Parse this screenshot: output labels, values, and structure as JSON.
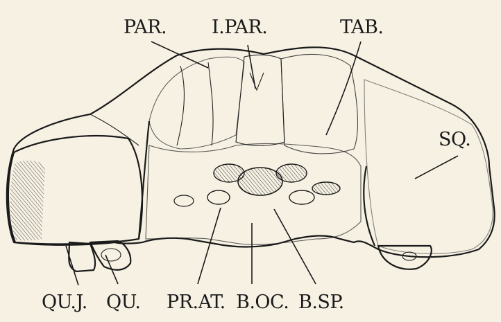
{
  "labels": {
    "par": "PAR.",
    "ipar": "I.PAR.",
    "tab": "TAB.",
    "sq": "SQ.",
    "quj": "QU.J.",
    "qu": "QU.",
    "prat": "PR.AT.",
    "boc": "B.OC.",
    "bsp": "B.SP."
  }
}
